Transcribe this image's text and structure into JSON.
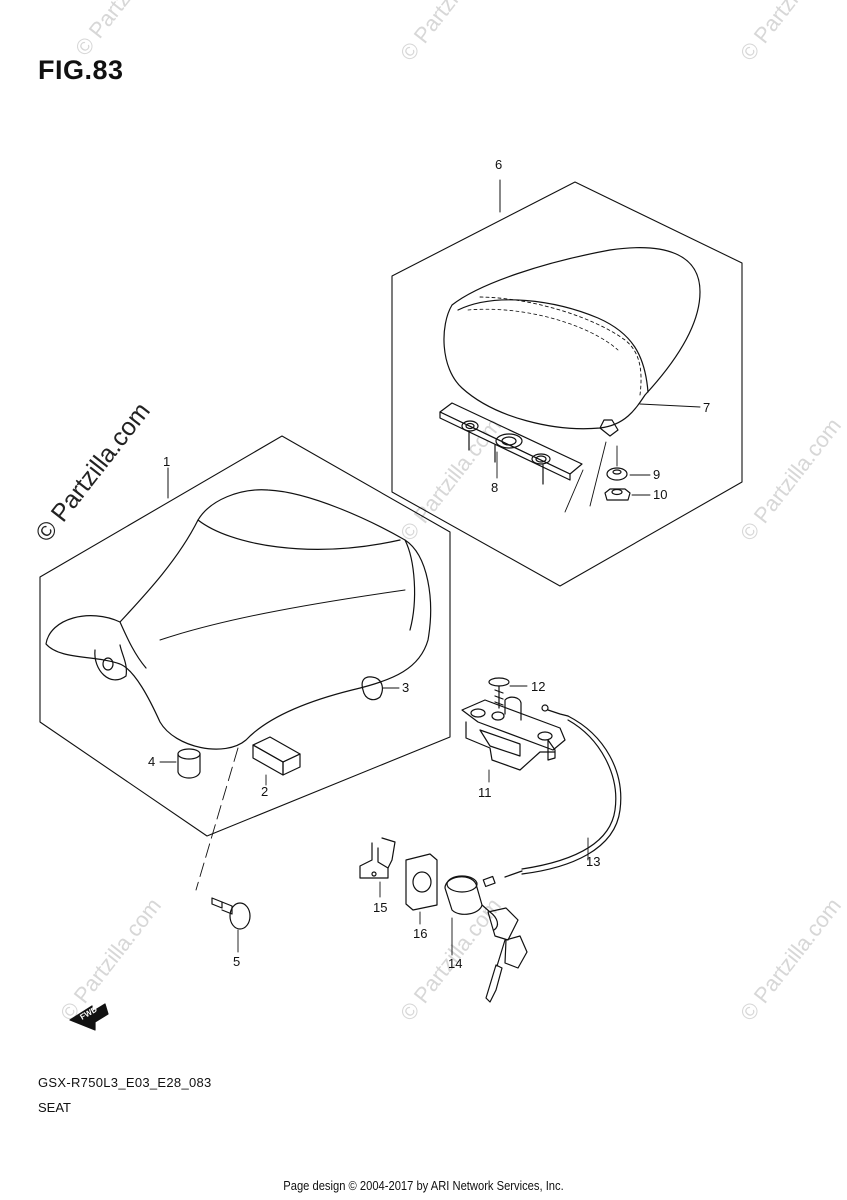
{
  "figure": {
    "title": "FIG.83",
    "watermark": "© Partzilla.com",
    "faint_watermark": "© Partzilla.com",
    "model_code": "GSX-R750L3_E03_E28_083",
    "section_name": "SEAT",
    "footer": "Page design © 2004-2017 by ARI Network Services, Inc.",
    "fwd_label": "FWD"
  },
  "callouts": [
    "1",
    "2",
    "3",
    "4",
    "5",
    "6",
    "7",
    "8",
    "9",
    "10",
    "11",
    "12",
    "13",
    "14",
    "15",
    "16"
  ]
}
